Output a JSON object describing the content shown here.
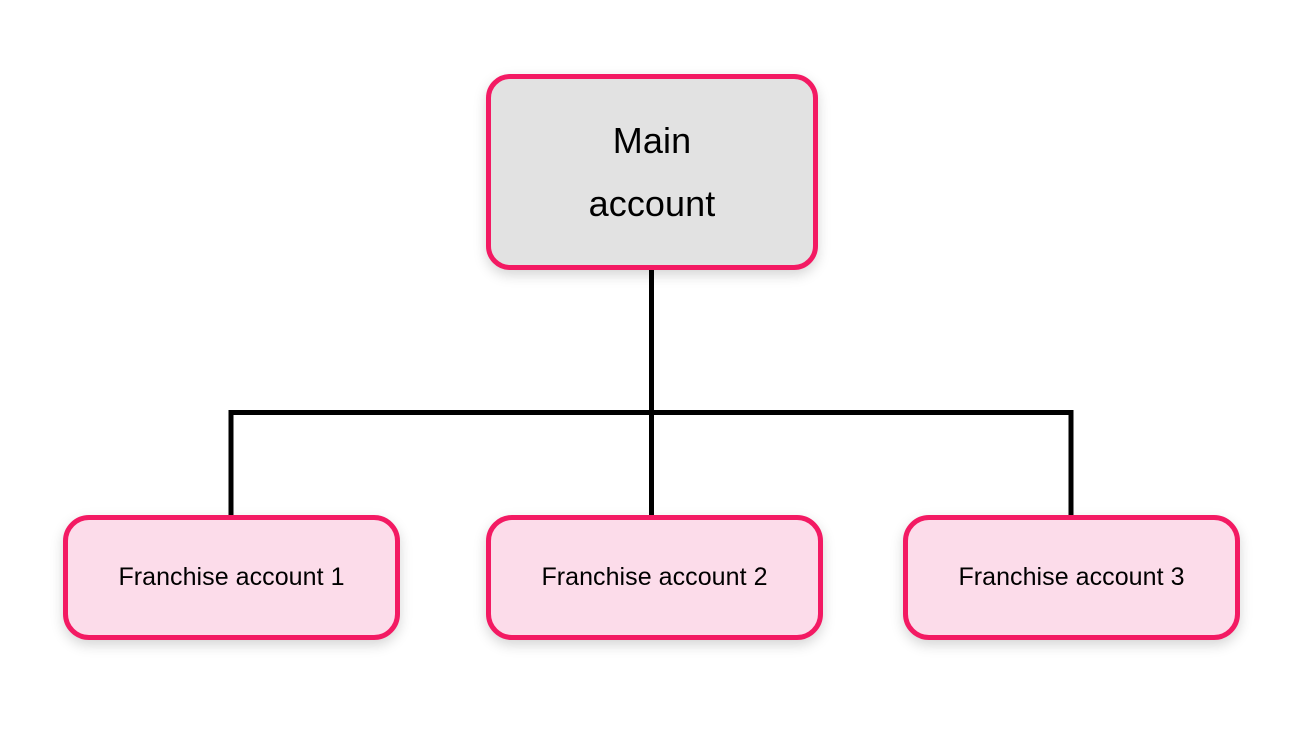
{
  "diagram": {
    "type": "organization-hierarchy",
    "background_color": "#ffffff",
    "connector_color": "#000000",
    "accent_color": "#f31a63",
    "root": {
      "label": "Main\naccount",
      "fill_color": "#e2e2e2",
      "border_color": "#f31a63"
    },
    "children": [
      {
        "label": "Franchise account 1",
        "fill_color": "#fcdcea",
        "border_color": "#f31a63"
      },
      {
        "label": "Franchise account 2",
        "fill_color": "#fcdcea",
        "border_color": "#f31a63"
      },
      {
        "label": "Franchise account 3",
        "fill_color": "#fcdcea",
        "border_color": "#f31a63"
      }
    ]
  }
}
